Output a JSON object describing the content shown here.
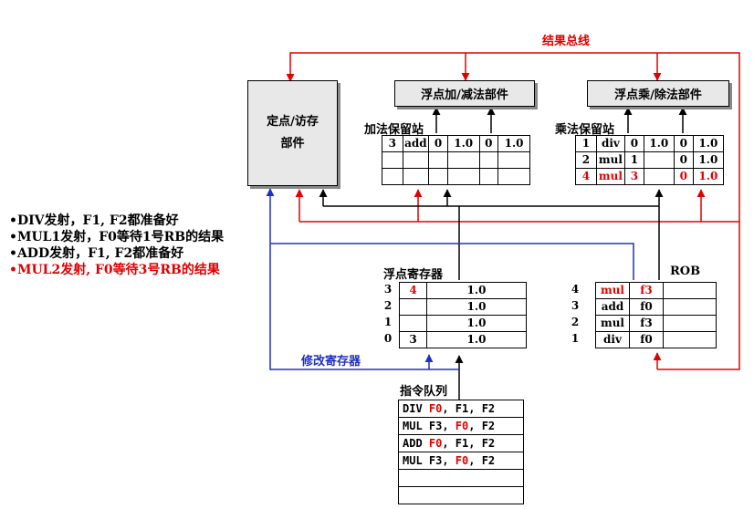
{
  "result_bus_label": "结果总线",
  "units": {
    "fixed_point": [
      "定点/访存",
      "部件"
    ],
    "fp_adder": "浮点加/减法部件",
    "fp_multiplier": "浮点乘/除法部件"
  },
  "add_station": {
    "title": "加法保留站",
    "rows": [
      [
        "3",
        "add",
        "0",
        "1.0",
        "0",
        "1.0"
      ],
      [
        "",
        "",
        "",
        "",
        "",
        ""
      ],
      [
        "",
        "",
        "",
        "",
        "",
        ""
      ]
    ]
  },
  "mul_station": {
    "title": "乘法保留站",
    "rows": [
      [
        "1",
        "div",
        "0",
        "1.0",
        "0",
        "1.0"
      ],
      [
        "2",
        "mul",
        "1",
        "",
        "0",
        "1.0"
      ],
      [
        "4",
        "mul",
        "3",
        "",
        "0",
        "1.0"
      ]
    ],
    "highlight_row": 2
  },
  "fp_registers": {
    "title": "浮点寄存器",
    "rows": [
      {
        "num": "3",
        "tag": "4",
        "value": "1.0",
        "tag_red": true
      },
      {
        "num": "2",
        "tag": "",
        "value": "1.0",
        "tag_red": false
      },
      {
        "num": "1",
        "tag": "",
        "value": "1.0",
        "tag_red": false
      },
      {
        "num": "0",
        "tag": "3",
        "value": "1.0",
        "tag_red": false
      }
    ]
  },
  "rob": {
    "title": "ROB",
    "rows": [
      {
        "num": "4",
        "op": "mul",
        "dest": "f3",
        "red": true
      },
      {
        "num": "3",
        "op": "add",
        "dest": "f0",
        "red": false
      },
      {
        "num": "2",
        "op": "mul",
        "dest": "f3",
        "red": false
      },
      {
        "num": "1",
        "op": "div",
        "dest": "f0",
        "red": false
      }
    ]
  },
  "modify_register_label": "修改寄存器",
  "instruction_queue": {
    "title": "指令队列",
    "rows": [
      {
        "pre": "DIV ",
        "reg": "F0",
        "post": ", F1, F2"
      },
      {
        "pre": "MUL F3, ",
        "reg": "F0",
        "post": ", F2"
      },
      {
        "pre": "ADD ",
        "reg": "F0",
        "post": ", F1, F2"
      },
      {
        "pre": "MUL F3, ",
        "reg": "F0",
        "post": ", F2"
      },
      {
        "pre": "",
        "reg": "",
        "post": ""
      },
      {
        "pre": "",
        "reg": "",
        "post": ""
      }
    ]
  },
  "status_lines": [
    {
      "text": "•DIV发射，F1, F2都准备好",
      "red": false
    },
    {
      "text": "•MUL1发射，F0等待1号RB的结果",
      "red": false
    },
    {
      "text": "•ADD发射，F1, F2都准备好",
      "red": false
    },
    {
      "text": "•MUL2发射, F0等待3号RB的结果",
      "red": true
    }
  ],
  "colors": {
    "bus": "#e00000",
    "modify": "#2030c0",
    "data": "#000000",
    "highlight": "#e00000"
  }
}
